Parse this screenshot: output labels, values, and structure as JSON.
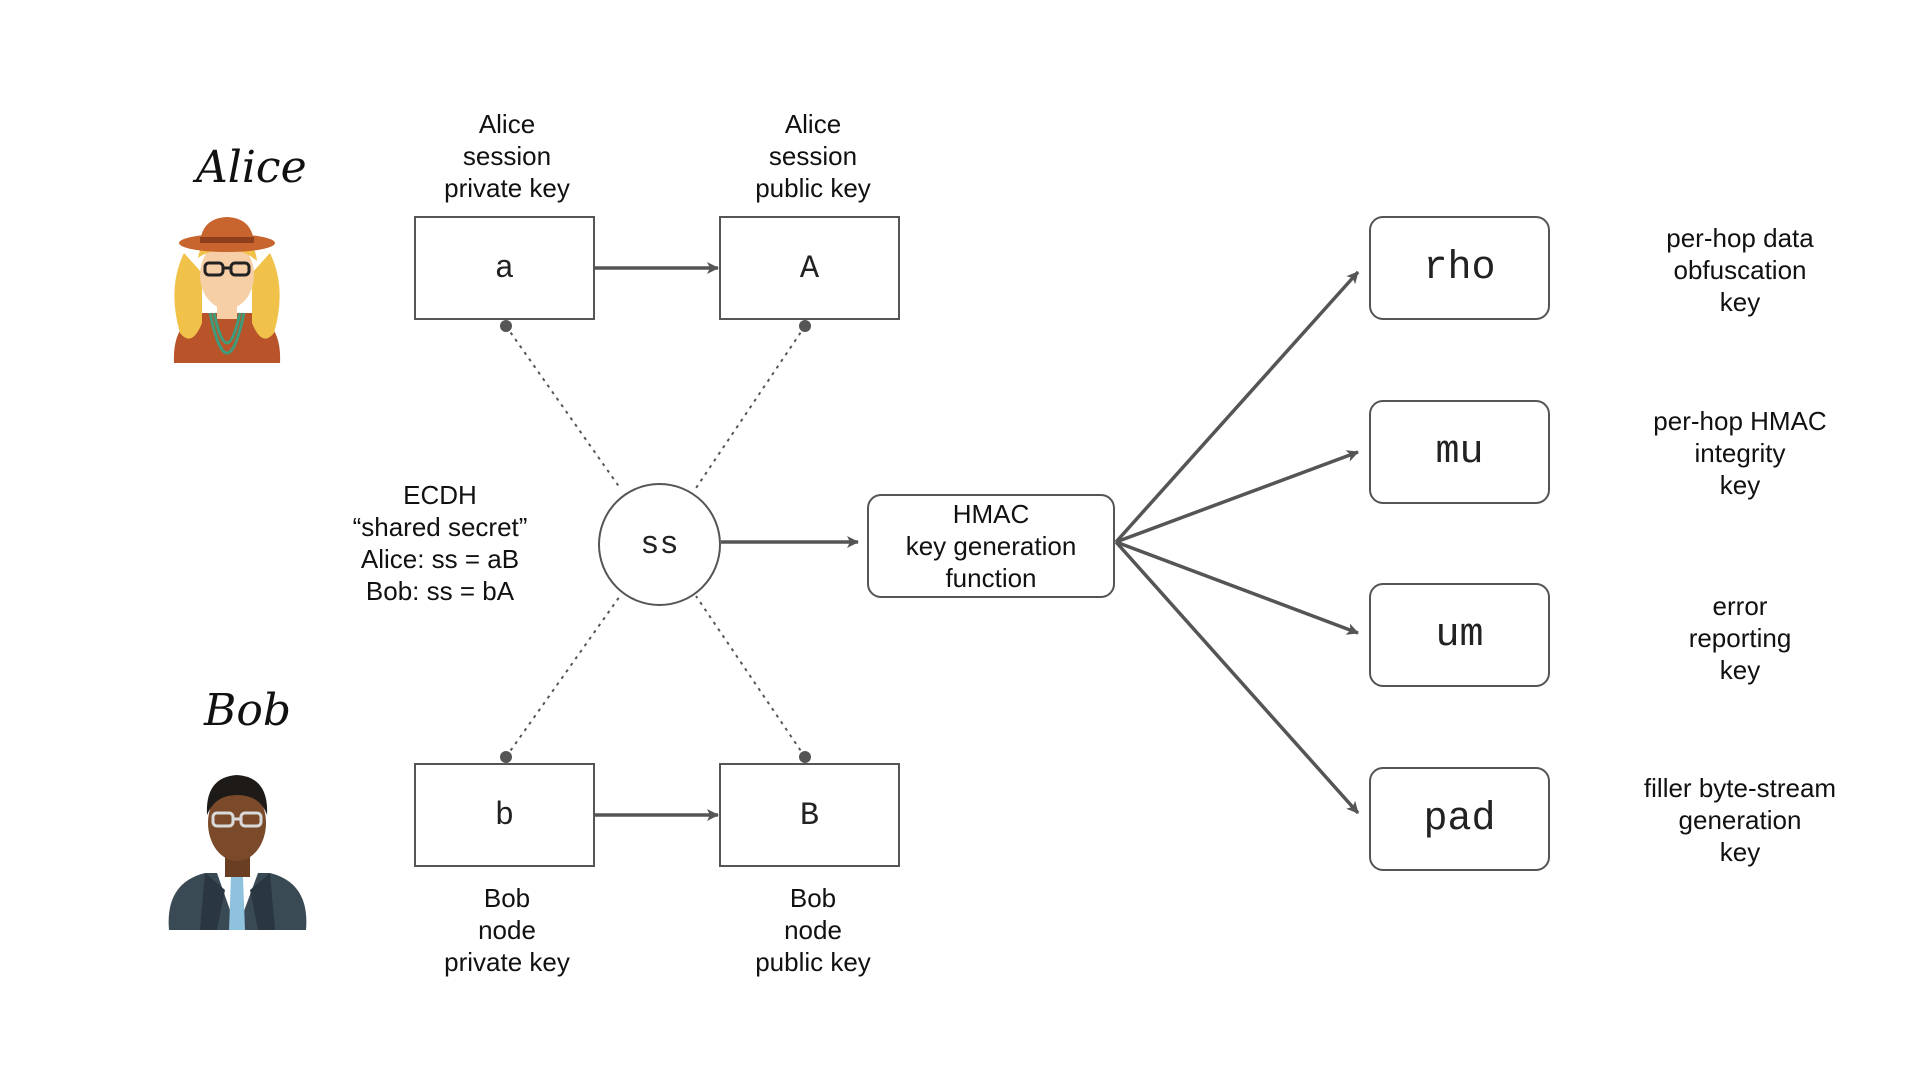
{
  "people": {
    "alice": {
      "name": "Alice"
    },
    "bob": {
      "name": "Bob"
    }
  },
  "keys": {
    "a": {
      "symbol": "a",
      "caption": [
        "Alice",
        "session",
        "private key"
      ]
    },
    "A": {
      "symbol": "A",
      "caption": [
        "Alice",
        "session",
        "public key"
      ]
    },
    "b": {
      "symbol": "b",
      "caption": [
        "Bob",
        "node",
        "private key"
      ]
    },
    "B": {
      "symbol": "B",
      "caption": [
        "Bob",
        "node",
        "public key"
      ]
    }
  },
  "shared_secret": {
    "symbol": "ss",
    "caption": [
      "ECDH",
      "“shared secret”",
      "Alice: ss = aB",
      "Bob: ss = bA"
    ]
  },
  "hmac": {
    "lines": [
      "HMAC",
      "key generation",
      "function"
    ]
  },
  "outputs": [
    {
      "symbol": "rho",
      "description": [
        "per-hop data",
        "obfuscation",
        "key"
      ]
    },
    {
      "symbol": "mu",
      "description": [
        "per-hop HMAC",
        "integrity",
        "key"
      ]
    },
    {
      "symbol": "um",
      "description": [
        "error",
        "reporting",
        "key"
      ]
    },
    {
      "symbol": "pad",
      "description": [
        "filler byte-stream",
        "generation",
        "key"
      ]
    }
  ],
  "colors": {
    "line": "#555555",
    "alice_hat": "#c8652e",
    "alice_hair": "#f0c24a",
    "alice_skin": "#f7cfa6",
    "alice_coat": "#b9532a",
    "alice_necklace": "#3f9b7a",
    "bob_skin": "#7a4a2a",
    "bob_hair": "#1e1a18",
    "bob_suit": "#3a4a55",
    "bob_tie": "#8fc2dd"
  }
}
